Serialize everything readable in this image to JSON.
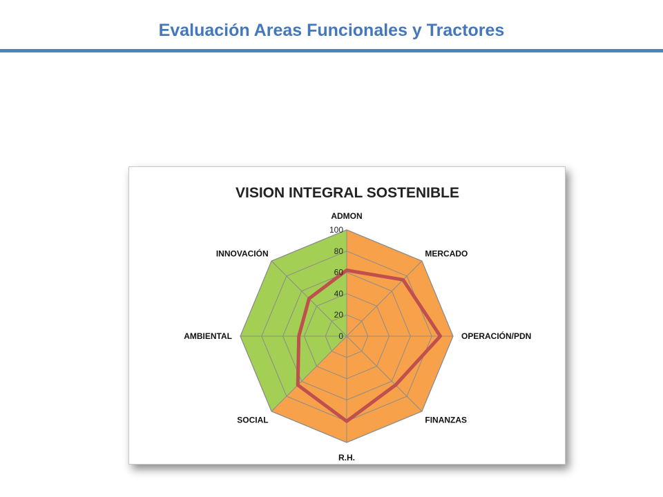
{
  "slide": {
    "title": "Evaluación Areas Funcionales y Tractores"
  },
  "colors": {
    "title": "#4477bb",
    "rule": "#4f81bd",
    "green_fill": "#a4cf55",
    "orange_fill": "#f7a24a",
    "series_line": "#c0504d",
    "grid": "#8c8c8c"
  },
  "chart_data": {
    "type": "radar",
    "title": "VISION INTEGRAL SOSTENIBLE",
    "categories": [
      "ADMON",
      "MERCADO",
      "OPERACIÓN/PDN",
      "FINANZAS",
      "R.H.",
      "SOCIAL",
      "AMBIENTAL",
      "INNOVACIÓN"
    ],
    "ticks": [
      0,
      20,
      40,
      60,
      80,
      100
    ],
    "tick_labels": [
      "0",
      "20",
      "40",
      "60",
      "80",
      "100"
    ],
    "range": [
      0,
      100
    ],
    "grid": true,
    "series": [
      {
        "values": [
          62,
          75,
          88,
          65,
          80,
          65,
          45,
          50
        ]
      }
    ],
    "sector_fills": [
      {
        "from": "ADMON",
        "to": "SOCIAL",
        "color": "orange"
      },
      {
        "from": "SOCIAL",
        "to": "ADMON",
        "color": "green"
      }
    ]
  }
}
